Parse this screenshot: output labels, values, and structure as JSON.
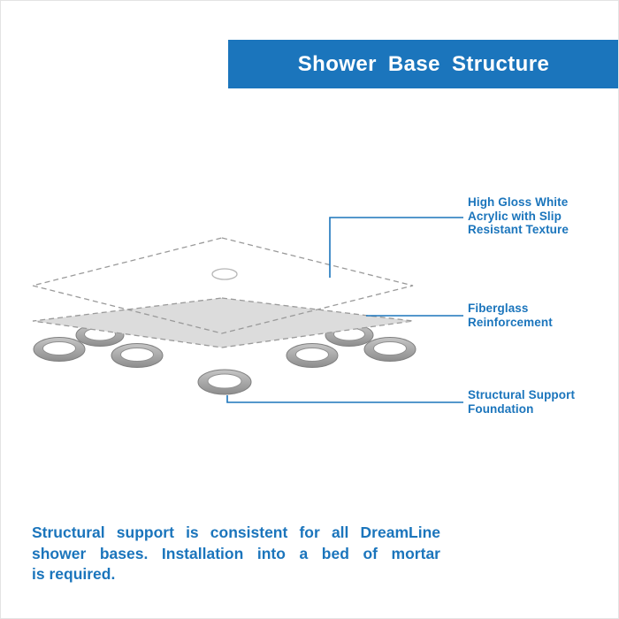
{
  "banner": {
    "title": "Shower Base Structure"
  },
  "callouts": {
    "acrylic": {
      "lines": [
        "High Gloss White",
        "Acrylic with Slip",
        "Resistant Texture"
      ]
    },
    "fiberglass": {
      "lines": [
        "Fiberglass",
        "Reinforcement"
      ]
    },
    "foundation": {
      "lines": [
        "Structural Support",
        "Foundation"
      ]
    }
  },
  "footer": {
    "lines": [
      "Structural support is consistent for all DreamLine",
      "shower bases. Installation into a bed of mortar",
      "is required."
    ]
  },
  "colors": {
    "brand_blue": "#1b75bc",
    "banner_text": "#ffffff",
    "slab_gray": "#dcdcdc",
    "outline_gray": "#9a9a9a",
    "ring_gray": "#a8a8a8"
  }
}
